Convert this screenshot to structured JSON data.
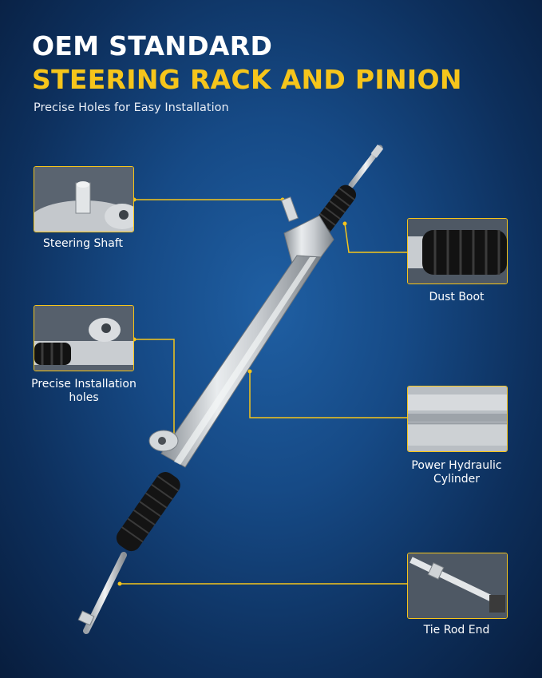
{
  "header": {
    "title_line1": "OEM STANDARD",
    "title_line2": "STEERING RACK AND PINION",
    "subtitle": "Precise Holes for Easy Installation"
  },
  "callouts": {
    "steering_shaft": "Steering Shaft",
    "installation_holes_line1": "Precise Installation",
    "installation_holes_line2": "holes",
    "dust_boot": "Dust Boot",
    "hydraulic_line1": "Power Hydraulic",
    "hydraulic_line2": "Cylinder",
    "tie_rod_end": "Tie Rod End"
  },
  "colors": {
    "accent": "#f6c51b",
    "background": "#164a86"
  }
}
